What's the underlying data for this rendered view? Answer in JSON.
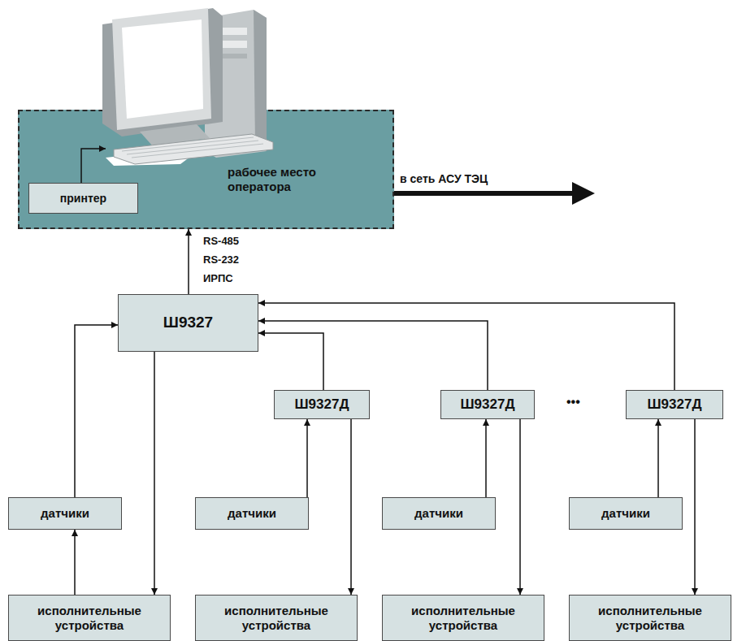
{
  "diagram": {
    "nodes": [
      {
        "text": [
          "рабочее место оператора"
        ]
      },
      {
        "text": [
          "принтер"
        ],
        "in": 0
      },
      {
        "text": [
          "Ш9327"
        ]
      },
      {
        "text": [
          "Ш9327Д"
        ]
      },
      {
        "text": [
          "Ш9327Д"
        ]
      },
      {
        "text": [
          "Ш9327Д"
        ]
      },
      {
        "text": [
          "датчики"
        ]
      },
      {
        "text": [
          "датчики"
        ]
      },
      {
        "text": [
          "датчики"
        ]
      },
      {
        "text": [
          "датчики"
        ]
      },
      {
        "text": [
          "исполнительные устройства"
        ]
      },
      {
        "text": [
          "исполнительные устройства"
        ]
      },
      {
        "text": [
          "исполнительные устройства"
        ]
      },
      {
        "text": [
          "исполнительные устройства"
        ]
      }
    ],
    "edges": [
      {
        "from": 2,
        "to": 0,
        "arrow": "to"
      },
      {
        "from": 3,
        "to": 2,
        "arrow": "to"
      },
      {
        "from": 4,
        "to": 2,
        "arrow": "to"
      },
      {
        "from": 5,
        "to": 2,
        "arrow": "to"
      },
      {
        "from": 6,
        "to": 2,
        "arrow": "to"
      },
      {
        "from": 2,
        "to": 10,
        "arrow": "to"
      },
      {
        "from": 10,
        "to": 6,
        "arrow": "to"
      },
      {
        "from": 7,
        "to": 3,
        "arrow": "to"
      },
      {
        "from": 3,
        "to": 11,
        "arrow": "to"
      },
      {
        "from": 8,
        "to": 4,
        "arrow": "to"
      },
      {
        "from": 4,
        "to": 12,
        "arrow": "to"
      },
      {
        "from": 9,
        "to": 5,
        "arrow": "to"
      },
      {
        "from": 5,
        "to": 13,
        "arrow": "to"
      }
    ],
    "labels": [
      "в сеть АСУ ТЭЦ",
      "RS-485",
      "RS-232",
      "ИРПС",
      "•••"
    ]
  }
}
